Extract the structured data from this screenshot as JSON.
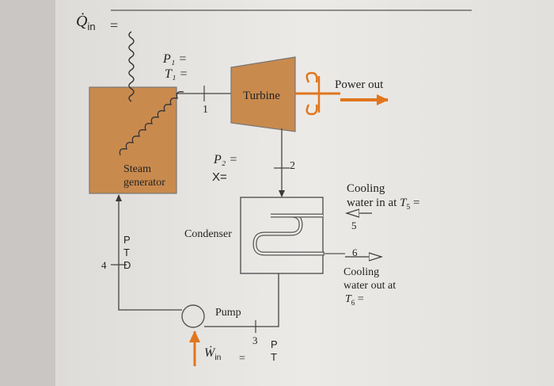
{
  "heat_in": {
    "symbol": "Q̇",
    "subscript": "in",
    "eq": "="
  },
  "state1": {
    "p_label": "P₁ =",
    "t_label": "T₁ =",
    "marker": "1"
  },
  "state2": {
    "p_label": "P₂ =",
    "x_label": "X=",
    "marker": "2"
  },
  "state3": {
    "marker": "3",
    "p_label": "P",
    "t_label": "T"
  },
  "state4": {
    "marker": "4",
    "p_label": "P",
    "t_label": "T",
    "d_label": "D"
  },
  "components": {
    "steam_generator_line1": "Steam",
    "steam_generator_line2": "generator",
    "turbine": "Turbine",
    "condenser": "Condenser",
    "pump": "Pump"
  },
  "power_out": "Power out",
  "cooling_in": {
    "line1": "Cooling",
    "line2": "water in at",
    "var": "T",
    "sub": "5",
    "eq": " =",
    "marker": "5"
  },
  "cooling_out": {
    "marker": "6",
    "line1": "Cooling",
    "line2": "water out at",
    "var": "T",
    "sub": "6",
    "eq": " ="
  },
  "work_in": {
    "symbol": "Ẇ",
    "subscript": "in",
    "eq": "="
  },
  "colors": {
    "component_fill": "#c98a4e",
    "arrow": "#e0761e",
    "line": "#4a4a4a",
    "background": "#e8e7e4"
  }
}
